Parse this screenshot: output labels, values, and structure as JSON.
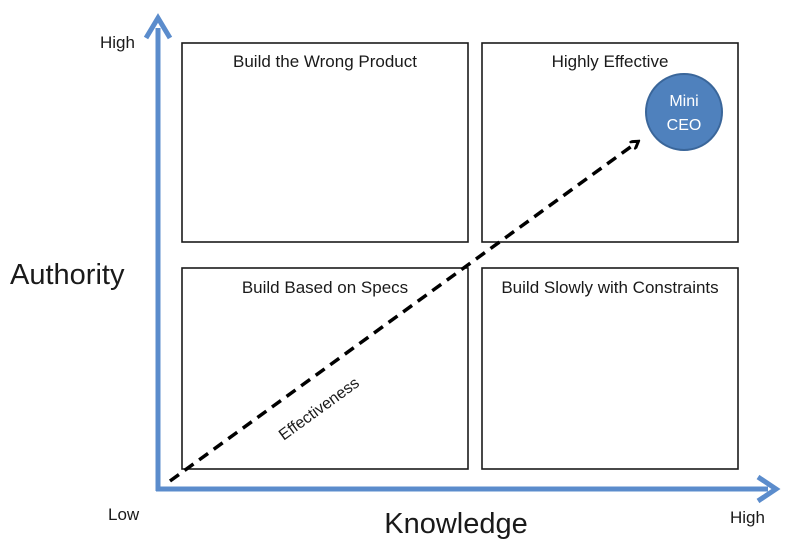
{
  "diagram": {
    "axes": {
      "y_title": "Authority",
      "x_title": "Knowledge",
      "y_high": "High",
      "origin": "Low",
      "x_high": "High"
    },
    "quadrants": {
      "top_left": "Build the Wrong Product",
      "top_right": "Highly Effective",
      "bottom_left": "Build Based on Specs",
      "bottom_right": "Build Slowly with Constraints"
    },
    "bubble": {
      "line1": "Mini",
      "line2": "CEO"
    },
    "arrow_label": "Effectiveness",
    "colors": {
      "axis": "#5b8ccc",
      "bubble_fill": "#4f81bd",
      "bubble_stroke": "#3a669a",
      "box_stroke": "#1a1a1a",
      "arrow": "#000000"
    }
  }
}
